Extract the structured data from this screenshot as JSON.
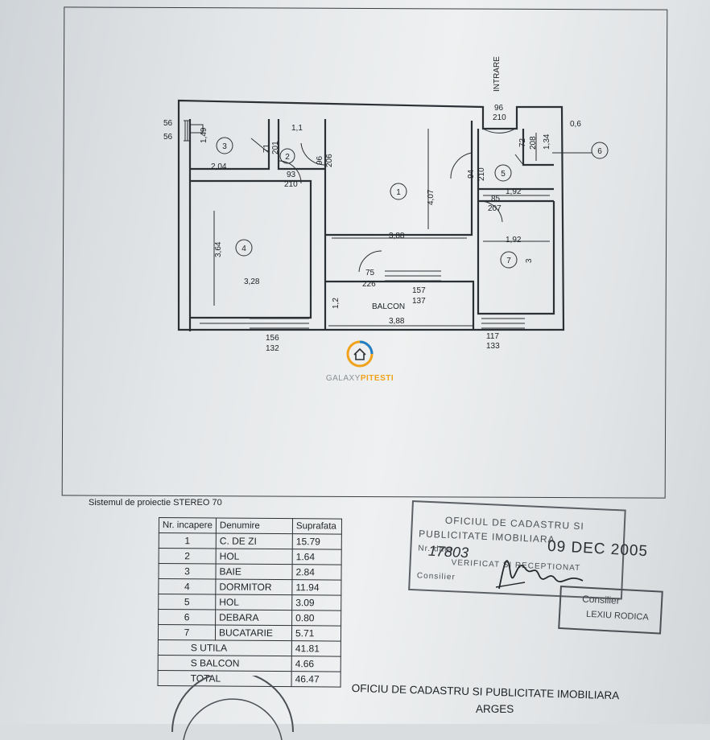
{
  "plan": {
    "entrance_label": "INTRARE",
    "balcony_label": "BALCON",
    "room_numbers": [
      "1",
      "2",
      "3",
      "4",
      "5",
      "6",
      "7"
    ],
    "dims": {
      "d56a": "56",
      "d56b": "56",
      "d149": "1,49",
      "d204": "2,04",
      "d11": "1,1",
      "d71": "71",
      "d201": "201",
      "d93": "93",
      "d210a": "210",
      "d96a": "96",
      "d206": "206",
      "d407": "4,07",
      "d388a": "3,88",
      "d364": "3,64",
      "d328": "3,28",
      "d75": "75",
      "d226": "226",
      "d157": "157",
      "d137": "137",
      "d12": "1,2",
      "d388b": "3,88",
      "d156": "156",
      "d132": "132",
      "d96b": "96",
      "d210b": "210",
      "d06": "0,6",
      "d72": "72",
      "d208": "208",
      "d134": "1,34",
      "d94": "94",
      "d210c": "210",
      "d192a": "1,92",
      "d85": "85",
      "d207": "207",
      "d192b": "1,92",
      "d3": "3",
      "d117": "117",
      "d133": "133"
    }
  },
  "logo": {
    "word_a": "GALAXY",
    "word_b": "PITESTI",
    "color_a": "#8a9096",
    "color_b": "#f1a21b",
    "icon": "house-icon"
  },
  "projection_text": "Sistemul de proiectie   STEREO 70",
  "table": {
    "headers": [
      "Nr. incapere",
      "Denumire",
      "Suprafata"
    ],
    "rows": [
      {
        "nr": "1",
        "name": "C. DE ZI",
        "area": "15.79"
      },
      {
        "nr": "2",
        "name": "HOL",
        "area": "1.64"
      },
      {
        "nr": "3",
        "name": "BAIE",
        "area": "2.84"
      },
      {
        "nr": "4",
        "name": "DORMITOR",
        "area": "11.94"
      },
      {
        "nr": "5",
        "name": "HOL",
        "area": "3.09"
      },
      {
        "nr": "6",
        "name": "DEBARA",
        "area": "0.80"
      },
      {
        "nr": "7",
        "name": "BUCATARIE",
        "area": "5.71"
      }
    ],
    "totals": [
      {
        "label": "S UTILA",
        "value": "41.81"
      },
      {
        "label": "S BALCON",
        "value": "4.66"
      },
      {
        "label": "TOTAL",
        "value": "46.47"
      }
    ]
  },
  "stamp": {
    "line1": "OFICIUL DE CADASTRU SI",
    "line2": "PUBLICITATE IMOBILIARA",
    "line3": "Nr.            data",
    "line4": "VERIFICAT SI RECEPTIONAT",
    "line5": "Consilier",
    "reg_no": "17803",
    "date": "09 DEC 2005",
    "name_stamp_title": "Consilier",
    "name_stamp_name": "LEXIU RODICA"
  },
  "office": {
    "line1": "OFICIU DE CADASTRU SI PUBLICITATE IMOBILIARA",
    "line2": "ARGES"
  }
}
